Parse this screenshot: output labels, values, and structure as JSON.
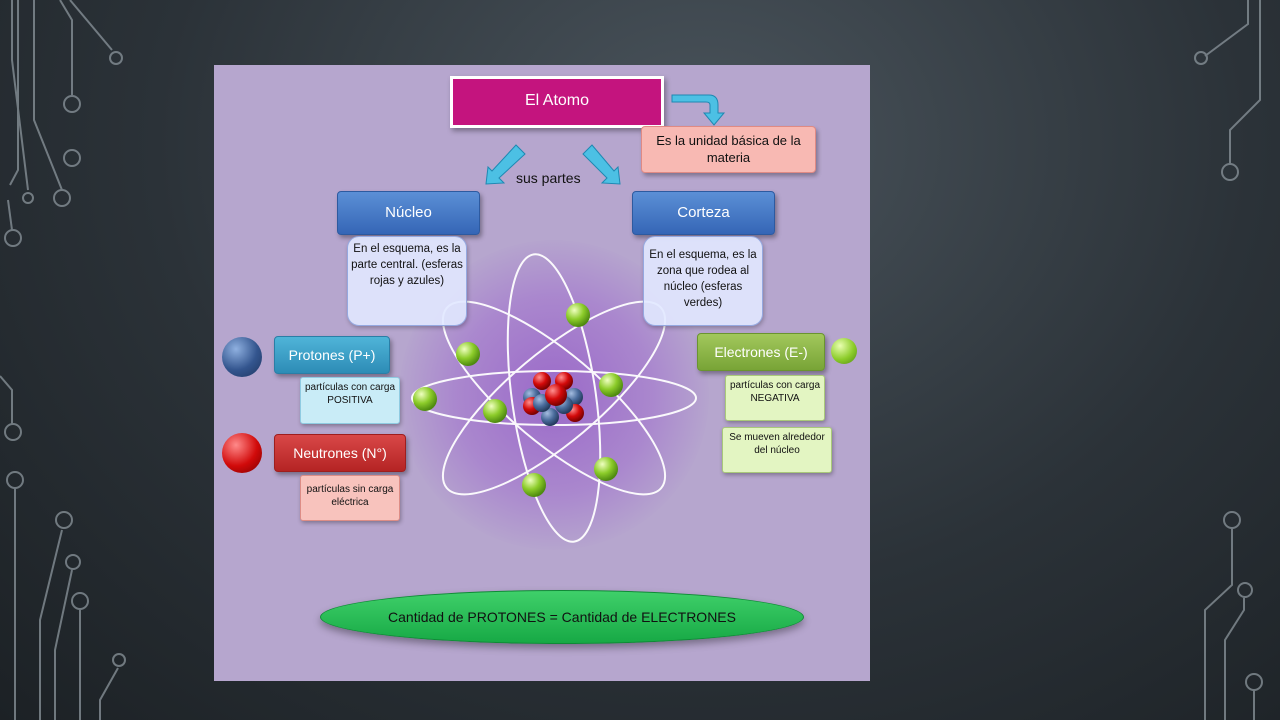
{
  "diagram": {
    "title": "El Atomo",
    "definition": "Es la unidad básica de la materia",
    "connector": "sus partes",
    "parts": {
      "nucleo": {
        "label": "Núcleo",
        "description": "En el esquema, es la parte central. (esferas rojas y azules)"
      },
      "corteza": {
        "label": "Corteza",
        "description": "En el esquema, es la zona que rodea al núcleo (esferas verdes)"
      }
    },
    "particles": {
      "protones": {
        "label": "Protones (P+)",
        "description": "partículas con carga POSITIVA"
      },
      "neutrones": {
        "label": "Neutrones (N°)",
        "description": "partículas sin carga eléctrica"
      },
      "electrones": {
        "label": "Electrones (E-)",
        "description": "partículas con carga NEGATIVA",
        "movement": "Se mueven alrededor del núcleo"
      }
    },
    "equality": "Cantidad de PROTONES = Cantidad de ELECTRONES"
  },
  "colors": {
    "title": "#c4147e",
    "definition": "#f8b9b3",
    "part_header": "#3f74c4",
    "protones": "#3a9cc6",
    "neutrones": "#c62e2e",
    "electrones": "#8bb646",
    "equality": "#26bb55",
    "panel_background": "#b6a6ce"
  },
  "icons": [
    "down-right-arrow-icon",
    "down-left-arrow-icon",
    "blue-sphere-icon",
    "red-sphere-icon",
    "green-sphere-icon",
    "atom-icon",
    "circuit-decoration"
  ]
}
